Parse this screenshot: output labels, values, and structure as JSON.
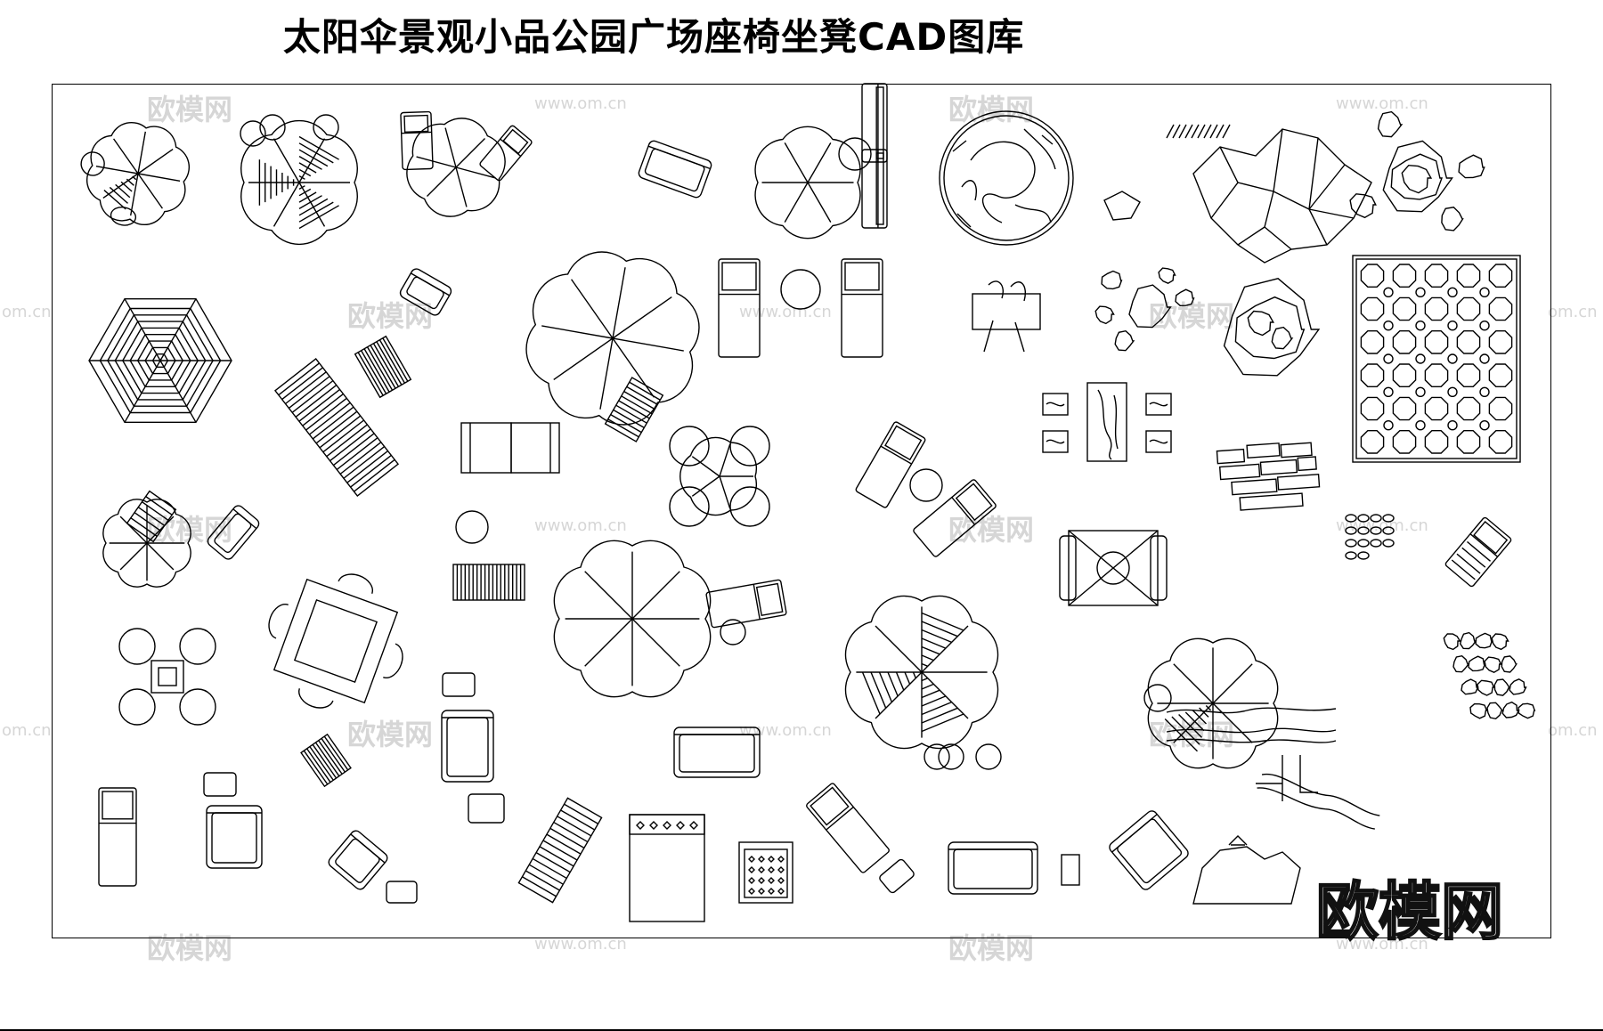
{
  "title": "太阳伞景观小品公园广场座椅坐凳CAD图库",
  "watermark_cn": "欧模网",
  "watermark_url": "www.om.cn",
  "watermark_url_short": "om.cn",
  "brand_watermark": "欧模网",
  "colors": {
    "line": "#000000",
    "watermark": "#d6d6d6",
    "background": "#ffffff"
  }
}
